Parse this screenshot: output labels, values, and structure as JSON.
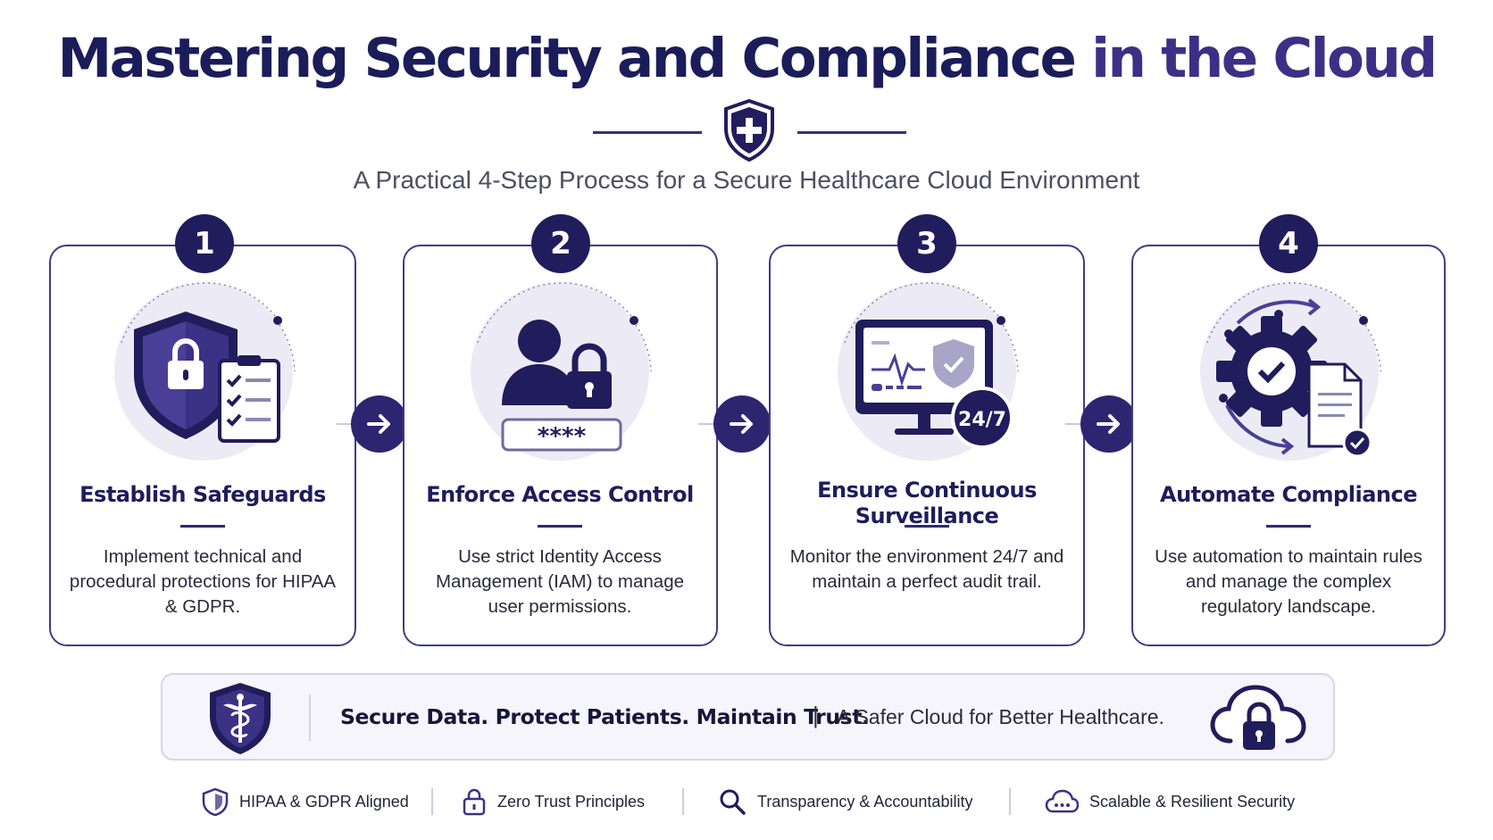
{
  "header": {
    "title_main": "Mastering Security and Compliance",
    "title_accent": "in the Cloud",
    "subtitle": "A Practical 4-Step Process for a Secure Healthcare Cloud Environment"
  },
  "steps": [
    {
      "number": "1",
      "title": "Establish Safeguards",
      "description": "Implement technical and procedural protections for HIPAA & GDPR.",
      "icon": "shield-lock-checklist-icon"
    },
    {
      "number": "2",
      "title": "Enforce Access Control",
      "description": "Use strict Identity Access Management (IAM) to manage user permissions.",
      "icon": "user-lock-password-icon",
      "password_mask": "****"
    },
    {
      "number": "3",
      "title": "Ensure Continuous Surveillance",
      "description": "Monitor the environment 24/7 and maintain a perfect audit trail.",
      "icon": "monitor-shield-icon",
      "badge": "24/7"
    },
    {
      "number": "4",
      "title": "Automate Compliance",
      "description": "Use automation to maintain rules and manage the complex regulatory landscape.",
      "icon": "gear-check-document-icon"
    }
  ],
  "banner": {
    "bold_text": "Secure Data. Protect Patients. Maintain Trust.",
    "separator": "|",
    "plain_text": "A Safer Cloud for Better Healthcare."
  },
  "footer": [
    {
      "label": "HIPAA & GDPR Aligned",
      "icon": "shield-icon"
    },
    {
      "label": "Zero Trust Principles",
      "icon": "lock-icon"
    },
    {
      "label": "Transparency & Accountability",
      "icon": "search-icon"
    },
    {
      "label": "Scalable & Resilient Security",
      "icon": "cloud-icon"
    }
  ],
  "colors": {
    "primary": "#211c5c",
    "accent": "#3d2f86",
    "light": "#ecebf5"
  }
}
